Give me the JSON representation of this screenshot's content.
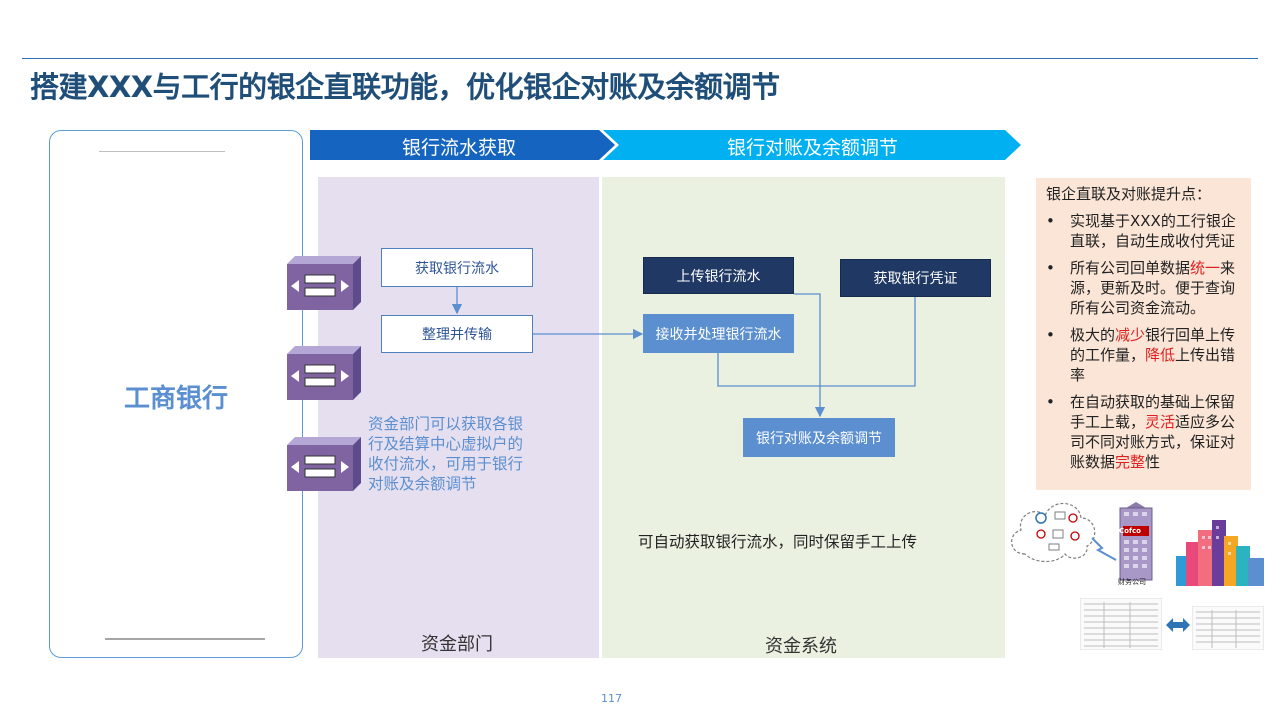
{
  "slide": {
    "title": "搭建XXX与工行的银企直联功能，优化银企对账及余额调节",
    "page_number": "117"
  },
  "bank": {
    "name": "工商银行"
  },
  "chevrons": [
    {
      "label": "银行流水获取",
      "color": "#1565c0"
    },
    {
      "label": "银行对账及余额调节",
      "color": "#00b0f0"
    }
  ],
  "zones": {
    "dept": {
      "label": "资金部门"
    },
    "system": {
      "label": "资金系统"
    }
  },
  "flow": {
    "get_flow": "获取银行流水",
    "organize": "整理并传输",
    "upload_flow": "上传银行流水",
    "get_voucher": "获取银行凭证",
    "receive": "接收并处理银行流水",
    "reconcile": "银行对账及余额调节"
  },
  "notes": {
    "dept": "资金部门可以获取各银行及结算中心虚拟户的收付流水，可用于银行对账及余额调节",
    "system": "可自动获取银行流水，同时保留手工上传"
  },
  "callout": {
    "title": "银企直联及对账提升点：",
    "bullet": "•",
    "items": [
      {
        "parts": [
          "实现基于XXX的工行银企直联，自动生成收付凭证"
        ]
      },
      {
        "parts": [
          "所有公司回单数据",
          "统一",
          "来源，更新及时。便于查询所有公司资金流动。"
        ]
      },
      {
        "parts": [
          "极大的",
          "减少",
          "银行回单上传的工作量，",
          "降低",
          "上传出错率"
        ]
      },
      {
        "parts": [
          "在自动获取的基础上保留手工上载，",
          "灵活",
          "适应多公司不同对账方式，保证对账数据",
          "完整",
          "性"
        ]
      }
    ]
  },
  "illustration": {
    "building_sign": "Cofco",
    "building_caption": "财务公司"
  },
  "colors": {
    "title": "#1f4e79",
    "accent_blue": "#5b8fd0",
    "navy": "#1f3864",
    "highlight_red": "#e02020",
    "purple_zone": "#e6dff0",
    "green_zone": "#ebf1e1",
    "callout_bg": "#fbe5d6"
  },
  "icons": [
    "server-connector-icon",
    "arrow-right-icon",
    "arrow-down-icon",
    "cloud-network-icon",
    "office-building-icon",
    "city-buildings-icon",
    "document-sheet-icon",
    "double-arrow-icon"
  ]
}
